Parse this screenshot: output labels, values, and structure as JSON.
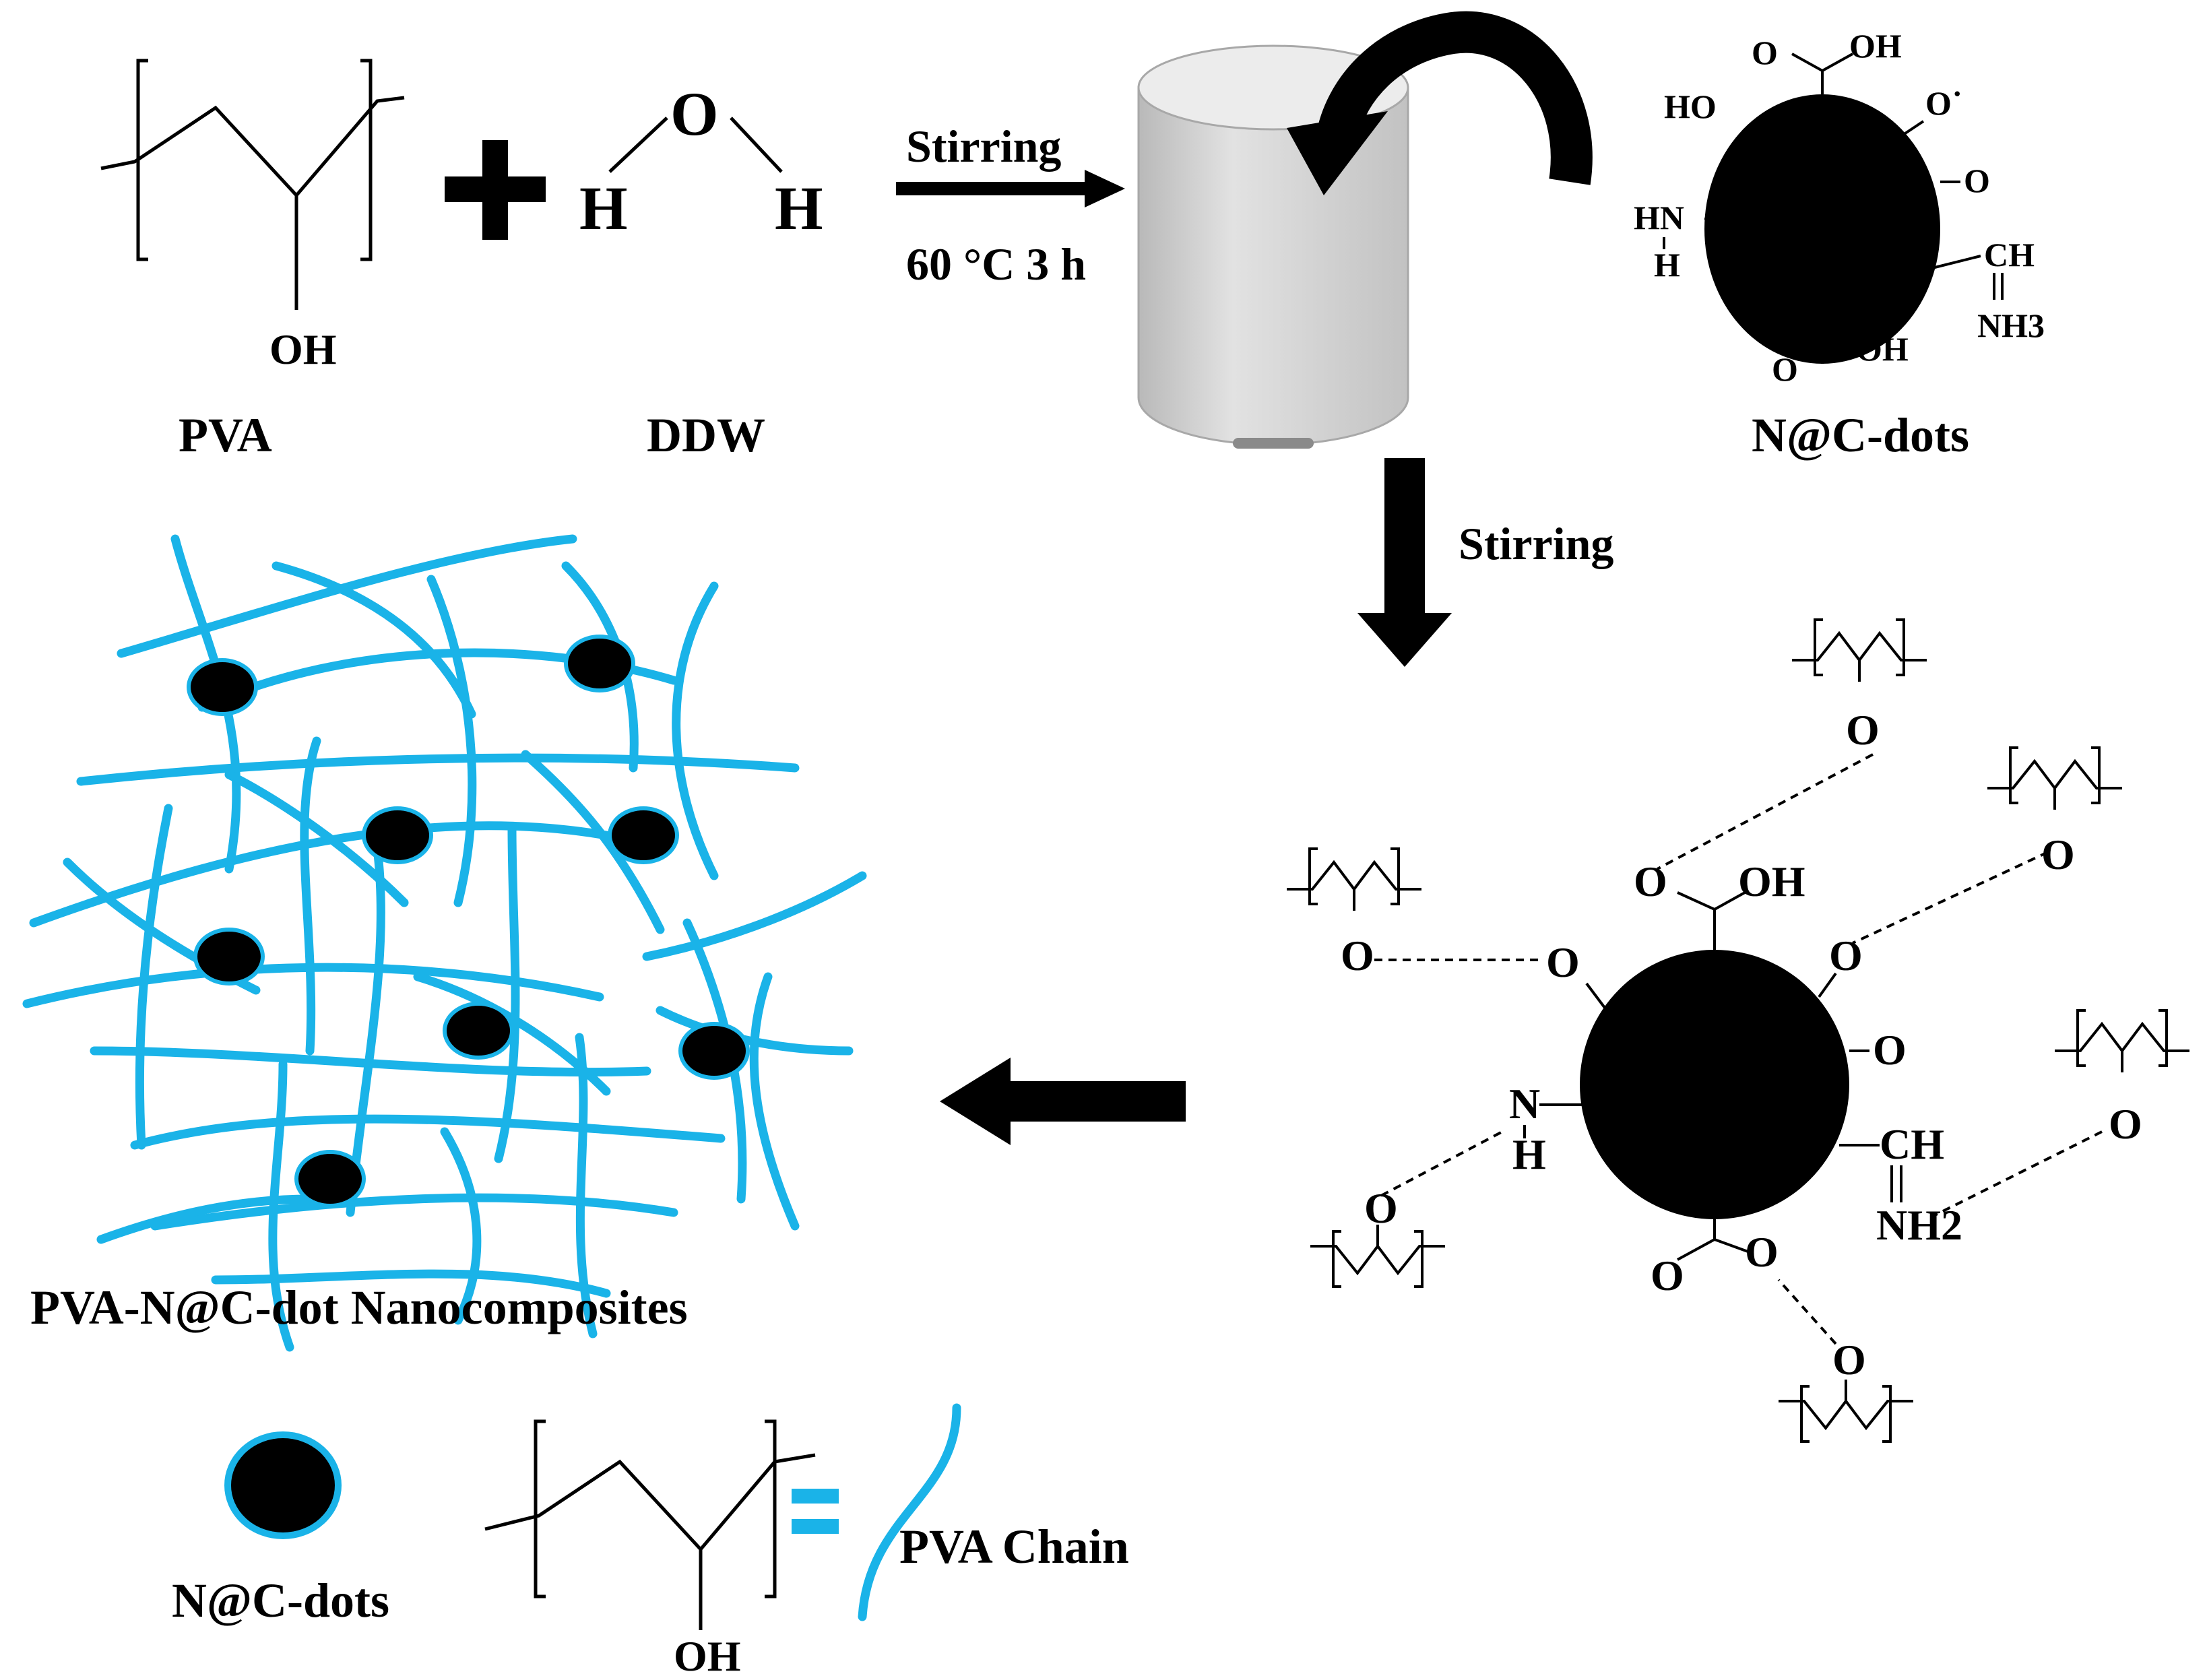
{
  "reagents": {
    "pva_label": "PVA",
    "ddw_label": "DDW",
    "oh": "OH",
    "water_o": "O",
    "water_h": "H"
  },
  "step1": {
    "arrow_label": "Stirring",
    "condition": "60 °C 3 h"
  },
  "cdot": {
    "label": "N@C-dots",
    "groups": {
      "o": "O",
      "oh": "OH",
      "ho": "HO",
      "o_radical": "O˙",
      "hn": "HN",
      "h": "H",
      "ch": "CH",
      "nh3": "NH3"
    }
  },
  "step2": {
    "arrow_label": "Stirring"
  },
  "complex": {
    "o": "O",
    "oh": "OH",
    "n": "N",
    "h": "H",
    "ch": "CH",
    "nh2": "NH2"
  },
  "nanocomposite": {
    "label": "PVA-N@C-dot Nanocomposites"
  },
  "legend": {
    "dot_label": "N@C-dots",
    "chain_label": "PVA Chain",
    "oh": "OH",
    "equals": "="
  },
  "colors": {
    "chain": "#1ab3e8",
    "dot": "#000000",
    "beaker": "#d6d6d6"
  }
}
